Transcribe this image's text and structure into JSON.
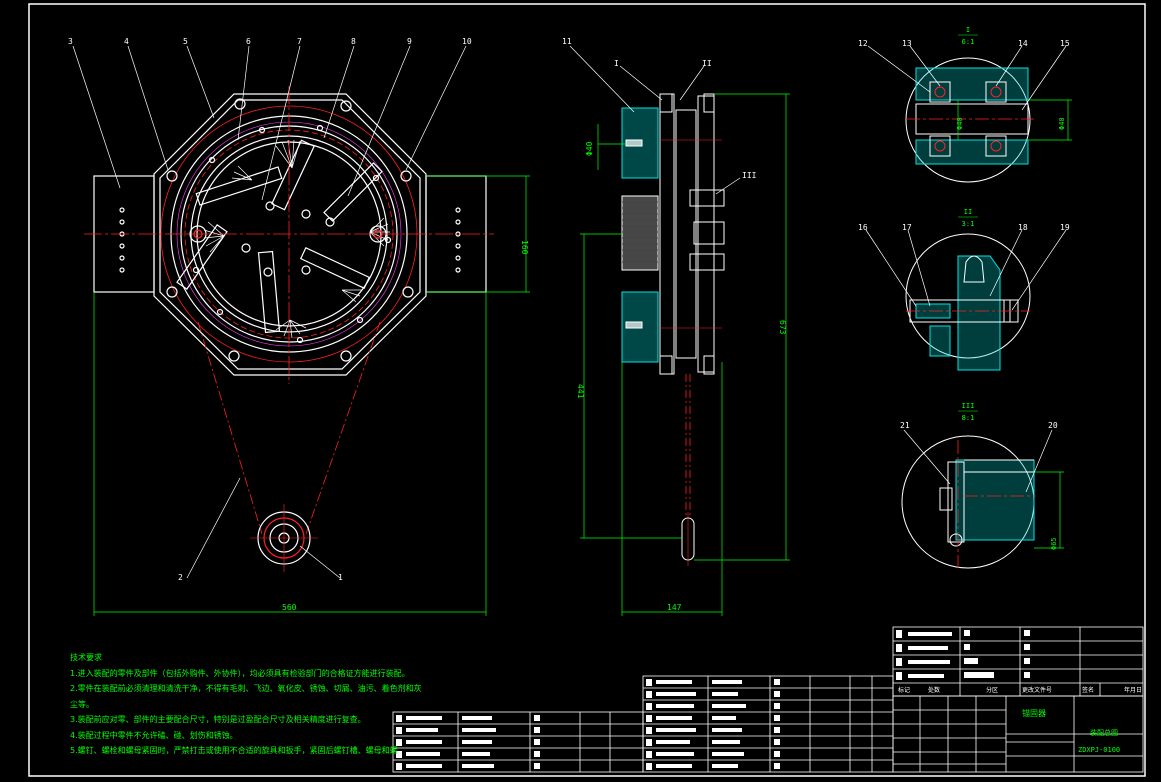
{
  "callouts": {
    "main": [
      "3",
      "4",
      "5",
      "6",
      "7",
      "8",
      "9",
      "10",
      "2",
      "1"
    ],
    "side": [
      "11",
      "I",
      "II",
      "III"
    ],
    "detail": [
      "12",
      "13",
      "14",
      "15",
      "16",
      "17",
      "18",
      "19",
      "21",
      "20"
    ]
  },
  "dimensions": {
    "width_560": "560",
    "width_147": "147",
    "height_160": "160",
    "height_441": "441",
    "height_673": "673",
    "dia_40a": "Φ40",
    "dia_40b": "Φ40",
    "dia_40c": "Φ40",
    "dia_65": "Φ65"
  },
  "detail_views": [
    {
      "id": "I",
      "scale": "6:1"
    },
    {
      "id": "II",
      "scale": "3:1"
    },
    {
      "id": "III",
      "scale": "8:1"
    }
  ],
  "tech_requirements": {
    "heading": "技术要求",
    "lines": [
      "1.进入装配的零件及部件（包括外购件、外协件），均必须具有检验部门的合格证方能进行装配。",
      "2.零件在装配前必须清理和清洗干净，不得有毛刺、飞边、氧化皮、锈蚀、切屑、油污、着色剂和灰",
      "尘等。",
      "3.装配前应对零、部件的主要配合尺寸，特别是过盈配合尺寸及相关精度进行复查。",
      "4.装配过程中零件不允许磕、碰、划伤和锈蚀。",
      "5.螺钉、螺栓和螺母紧固时，严禁打击或使用不合适的旋具和扳手，紧固后螺钉槽、螺母和螺"
    ]
  },
  "title_block": {
    "name": "锚固器",
    "unit": "装配总图",
    "code": "ZDXPJ-0100",
    "headers": [
      "标记",
      "处数",
      "分区",
      "更改文件号",
      "签名",
      "年月日"
    ]
  },
  "colors": {
    "line": "#ffffff",
    "center": "#ff2020",
    "hatch": "#00e5e5",
    "text": "#00ff00",
    "dim": "#00ff00"
  }
}
